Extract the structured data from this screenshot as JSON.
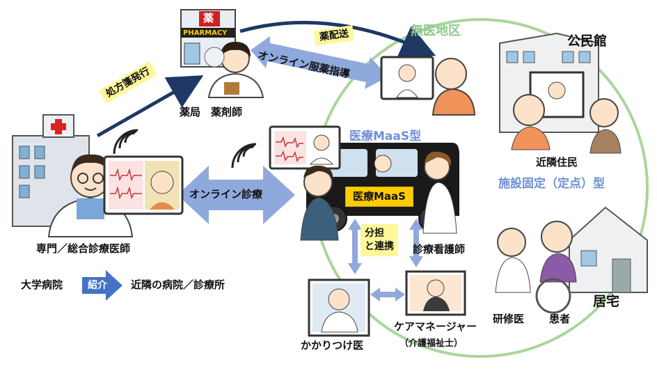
{
  "labels": {
    "pharmacy_sign_kanji": "薬",
    "pharmacy_sign_text": "PHARMACY",
    "pharmacy_pharmacist": "薬局　薬剤師",
    "prescription": "処方箋発行",
    "delivery": "薬配送",
    "online_medication_guidance": "オンライン服薬指導",
    "no_doctor_area": "無医地区",
    "community_center": "公民館",
    "neighbors": "近隣住民",
    "facility_type": "施設固定（定点）型",
    "medical_maas_type": "医療MaaS型",
    "maas_sign": "医療MaaS",
    "online_consultation": "オンライン診療",
    "specialist": "専門／総合診療医師",
    "share_collab_line1": "分担",
    "share_collab_line2": "と連携",
    "visiting_nurse": "診療看護師",
    "university_hospital": "大学病院",
    "referral": "紹介",
    "nearby_hospitals": "近隣の病院／診療所",
    "family_doctor": "かかりつけ医",
    "care_manager": "ケアマネージャー",
    "care_worker": "（介護福祉士）",
    "resident_doctor": "研修医",
    "patient": "患者",
    "home": "居宅"
  },
  "colors": {
    "light_blue_arrow": "#8fa9dc",
    "dark_navy_arrow": "#1f3864",
    "green_circle": "#a9d59c",
    "label_blue": "#6f8fd6",
    "sticky_yellow": "#fff79a",
    "maas_yellow": "#ffcc00",
    "referral_blue": "#4472c4"
  }
}
